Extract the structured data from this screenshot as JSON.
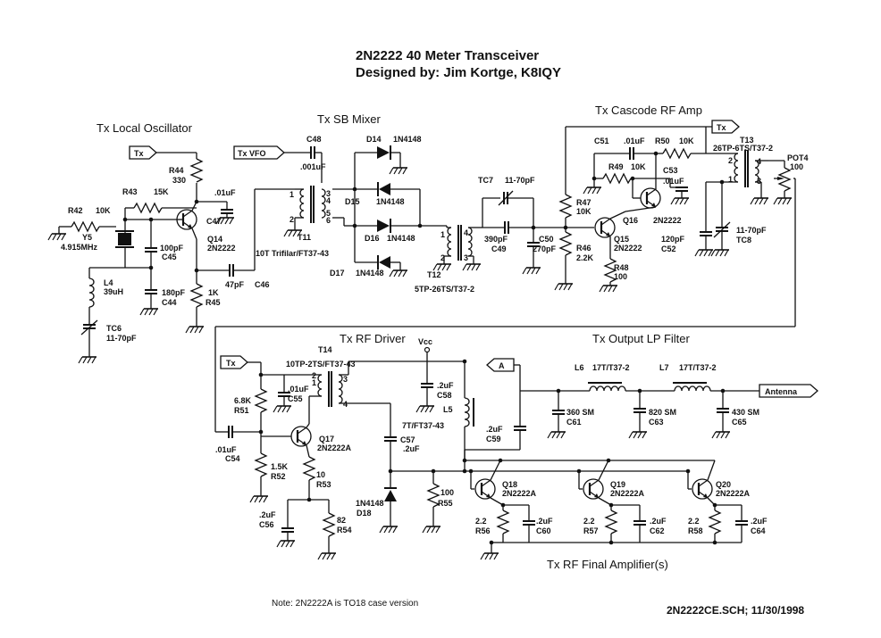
{
  "title": {
    "line1": "2N2222 40 Meter Transceiver",
    "line2": "Designed by:  Jim Kortge, K8IQY"
  },
  "sections": {
    "local_osc": "Tx Local Oscillator",
    "sb_mixer": "Tx SB Mixer",
    "cascode": "Tx Cascode RF Amp",
    "driver": "Tx RF Driver",
    "lp_filter": "Tx Output LP Filter",
    "final": "Tx RF Final Amplifier(s)"
  },
  "ports": {
    "tx1": "Tx",
    "vfo": "Tx VFO",
    "tx2": "Tx",
    "tx3": "Tx",
    "a": "A",
    "antenna": "Antenna"
  },
  "labels": {
    "R44": "R44",
    "R44v": "330",
    "R43": "R43",
    "R43v": "15K",
    "R42": "R42",
    "R42v": "10K",
    "Y5": "Y5",
    "Y5v": "4.915MHz",
    "C47": "C47",
    "C47v": ".01uF",
    "Q14": "Q14",
    "Q14v": "2N2222",
    "C45": "C45",
    "C45v": "100pF",
    "C44": "C44",
    "C44v": "180pF",
    "R45": "R45",
    "R45v": "1K",
    "C46": "C46",
    "C46v": "47pF",
    "L4": "L4",
    "L4v": "39uH",
    "TC6": "TC6",
    "TC6v": "11-70pF",
    "C48": "C48",
    "C48v": ".001uF",
    "D14": "D14",
    "D14v": "1N4148",
    "D15": "D15",
    "D15v": "1N4148",
    "D16": "D16",
    "D16v": "1N4148",
    "D17": "D17",
    "D17v": "1N4148",
    "T11": "T11",
    "T11v": "10T Trifilar/FT37-43",
    "TC7": "TC7",
    "TC7v": "11-70pF",
    "C49": "C49",
    "C49v": "390pF",
    "C50": "C50",
    "C50v": "270pF",
    "T12": "T12",
    "T12v": "5TP-26TS/T37-2",
    "C51": "C51",
    "C51v": ".01uF",
    "R50": "R50",
    "R50v": "10K",
    "R49": "R49",
    "R49v": "10K",
    "C53": "C53",
    "C53v": ".01uF",
    "T13": "T13",
    "T13v": "26TP-6TS/T37-2",
    "POT4": "POT4",
    "POT4v": "100",
    "R47": "R47",
    "R47v": "10K",
    "R46": "R46",
    "R46v": "2.2K",
    "Q16": "Q16",
    "Q16v": "2N2222",
    "Q15": "Q15",
    "Q15v": "2N2222",
    "R48": "R48",
    "R48v": "100",
    "C52": "C52",
    "C52v": "120pF",
    "TC8": "TC8",
    "TC8v": "11-70pF",
    "T14": "T14",
    "T14v": "10TP-2TS/FT37-43",
    "C55": "C55",
    "C55v": ".01uF",
    "R51": "R51",
    "R51v": "6.8K",
    "C54": "C54",
    "C54v": ".01uF",
    "Q17": "Q17",
    "Q17v": "2N2222A",
    "R52": "R52",
    "R52v": "1.5K",
    "R53": "R53",
    "R53v": "10",
    "C56": "C56",
    "C56v": ".2uF",
    "R54": "R54",
    "R54v": "82",
    "D18": "D18",
    "D18v": "1N4148",
    "R55": "R55",
    "R55v": "100",
    "C57": "C57",
    "C57v": ".2uF",
    "Vcc": "Vcc",
    "C58": "C58",
    "C58v": ".2uF",
    "L5": "L5",
    "L5v": "7T/FT37-43",
    "C59": "C59",
    "C59v": ".2uF",
    "L6": "L6",
    "L6v": "17T/T37-2",
    "L7": "L7",
    "L7v": "17T/T37-2",
    "C61": "C61",
    "C61v": "360 SM",
    "C63": "C63",
    "C63v": "820 SM",
    "C65": "C65",
    "C65v": "430 SM",
    "Q18": "Q18",
    "Q18v": "2N2222A",
    "Q19": "Q19",
    "Q19v": "2N2222A",
    "Q20": "Q20",
    "Q20v": "2N2222A",
    "R56": "R56",
    "R56v": "2.2",
    "R57": "R57",
    "R57v": "2.2",
    "R58": "R58",
    "R58v": "2.2",
    "C60": "C60",
    "C60v": ".2uF",
    "C62": "C62",
    "C62v": ".2uF",
    "C64": "C64",
    "C64v": ".2uF",
    "p1": "1",
    "p2": "2",
    "p3": "3",
    "p4": "4",
    "p5": "5",
    "p6": "6"
  },
  "note": "Note:  2N2222A is TO18 case version",
  "footer": "2N2222CE.SCH; 11/30/1998"
}
